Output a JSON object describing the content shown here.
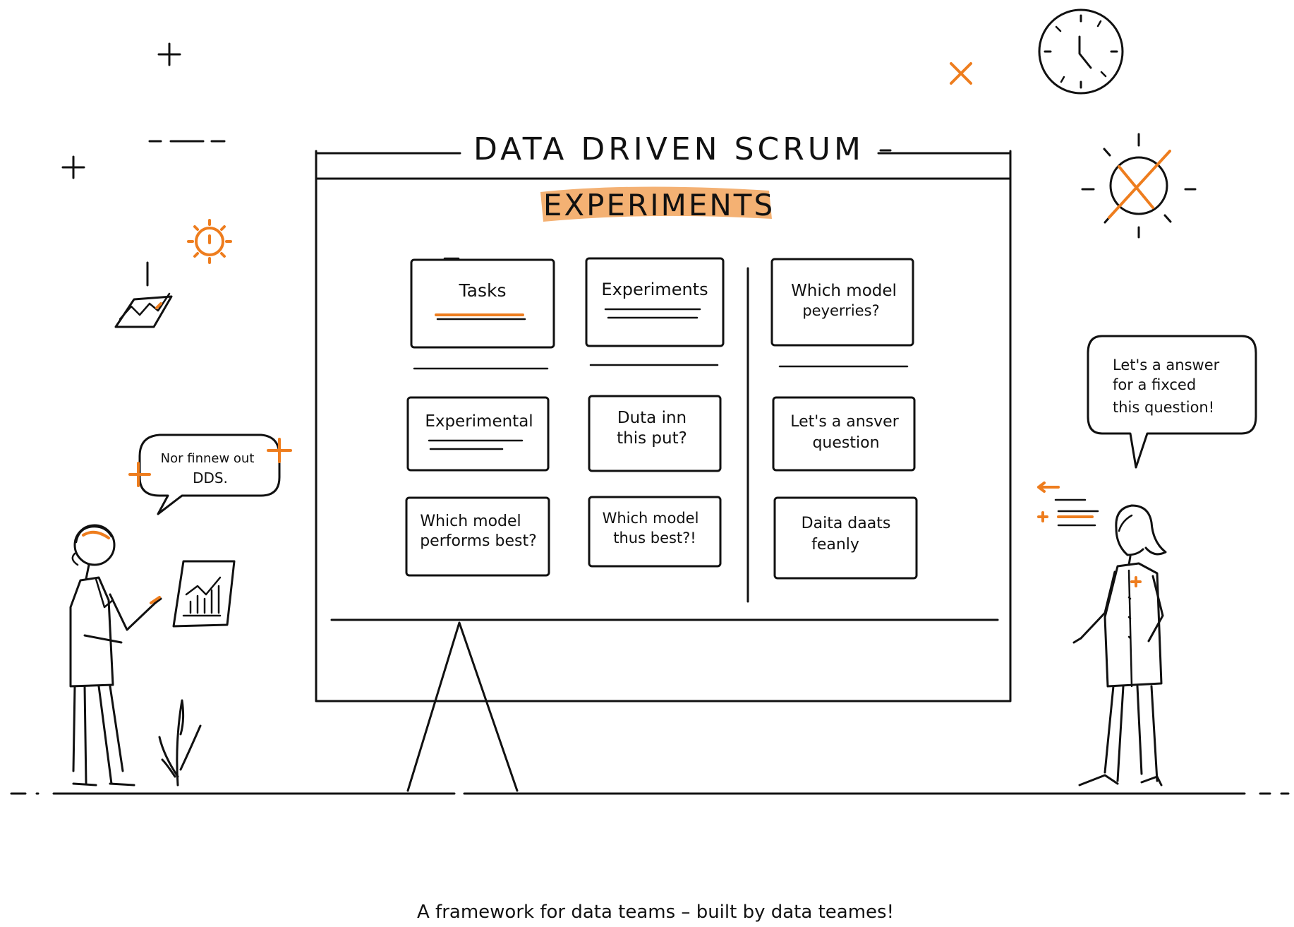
{
  "board": {
    "title": "DATA DRIVEN SCRUM",
    "section_heading": "EXPERIMENTS"
  },
  "cards": [
    {
      "lines": [
        "Tasks"
      ]
    },
    {
      "lines": [
        "Experiments"
      ]
    },
    {
      "lines": [
        "Which model",
        "peyerries?"
      ]
    },
    {
      "lines": [
        "Experimental"
      ]
    },
    {
      "lines": [
        "Duta inn",
        "this put?"
      ]
    },
    {
      "lines": [
        "Let's a ansver",
        "question"
      ]
    },
    {
      "lines": [
        "Which model",
        "performs best?"
      ]
    },
    {
      "lines": [
        "Which model",
        "thus best?!"
      ]
    },
    {
      "lines": [
        "Daita daats",
        "feanly"
      ]
    }
  ],
  "bubbles": {
    "left": {
      "lines": [
        "Nor finnew out",
        "DDS."
      ]
    },
    "right": {
      "lines": [
        "Let's a answer",
        "for a fixced",
        "this question!"
      ]
    }
  },
  "caption": "A framework for data teams – built by data teames!",
  "colors": {
    "accent": "#ee7d1e",
    "ink": "#111111",
    "background": "#ffffff"
  },
  "icons": [
    "clock-icon",
    "sun-icon",
    "crossed-sun-icon",
    "trend-chart-icon",
    "plant-icon"
  ]
}
